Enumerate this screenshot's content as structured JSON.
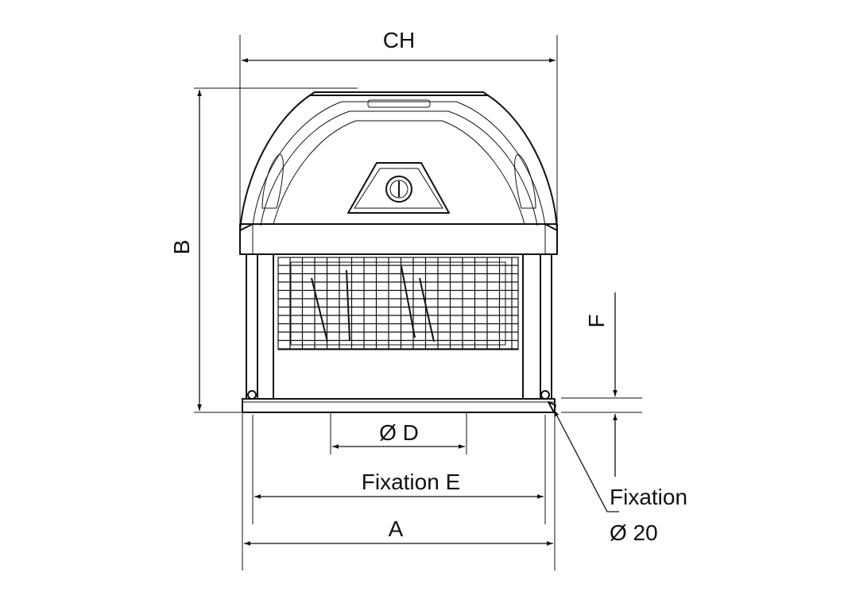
{
  "labels": {
    "ch": "CH",
    "b": "B",
    "f": "F",
    "d": "Ø D",
    "fixation_e": "Fixation E",
    "a": "A",
    "fixation_line1": "Fixation",
    "fixation_line2": "Ø 20"
  },
  "colors": {
    "line": "#111111",
    "background": "#ffffff"
  }
}
